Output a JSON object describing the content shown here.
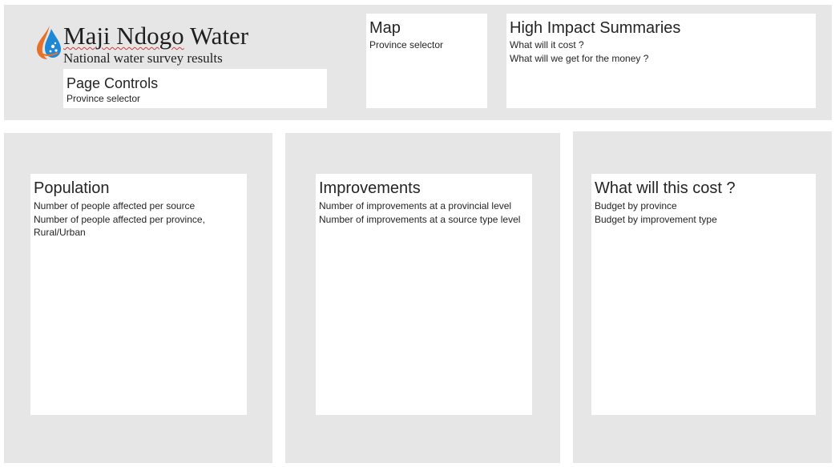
{
  "header": {
    "brand": {
      "title_part1": "Maji Ndogo",
      "title_part2": " Water",
      "subtitle": "National water survey results"
    },
    "page_controls": {
      "title": "Page Controls",
      "lines": [
        "Province selector"
      ]
    },
    "map": {
      "title": "Map",
      "lines": [
        "Province selector"
      ]
    },
    "summaries": {
      "title": "High Impact Summaries",
      "lines": [
        "What will it cost ?",
        "What will we get for the money ?"
      ]
    }
  },
  "sections": {
    "population": {
      "title": "Population",
      "lines": [
        "Number of people affected per source",
        "Number of people affected per province, Rural/Urban"
      ]
    },
    "improvements": {
      "title": "Improvements",
      "lines": [
        "Number of improvements at a provincial level",
        "Number of improvements at a source type level"
      ]
    },
    "cost": {
      "title": "What will this cost ?",
      "lines": [
        "Budget by province",
        "Budget by improvement type"
      ]
    }
  },
  "colors": {
    "panel": "#e6e6e6",
    "card": "#ffffff",
    "logo_blue": "#1e88d6",
    "logo_orange": "#e8712a"
  }
}
